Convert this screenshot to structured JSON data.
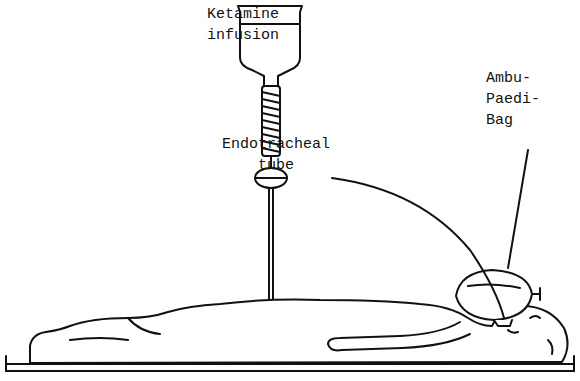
{
  "diagram": {
    "labels": [
      "Ketamine infusion",
      "Endotracheal tube",
      "Ambu- Paedi- Bag"
    ]
  }
}
